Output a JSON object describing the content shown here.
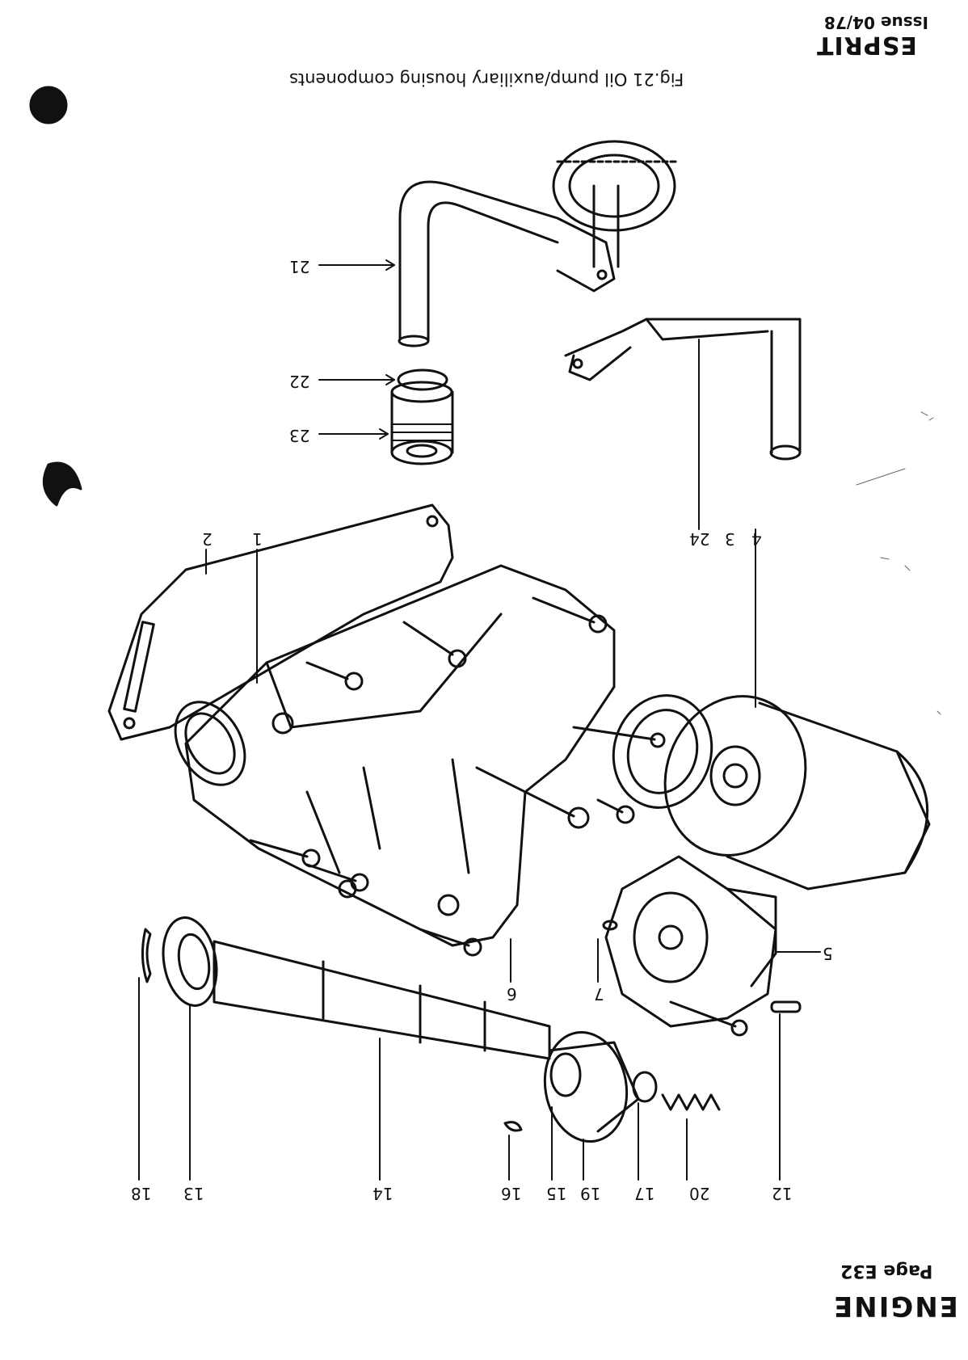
{
  "header": {
    "model": "ESPRIT",
    "issue": "Issue 04/78"
  },
  "figure": {
    "caption": "Fig.21   Oil pump/auxiliary housing components"
  },
  "footer": {
    "section": "ENGINE",
    "page": "Page E32"
  },
  "callouts": {
    "c21": "21",
    "c22": "22",
    "c23": "23",
    "c24": "24",
    "c3": "3",
    "c4": "4",
    "c2": "2",
    "c1": "1",
    "c5": "5",
    "c6": "6",
    "c7": "7",
    "c12": "12",
    "c13": "13",
    "c14": "14",
    "c15": "15",
    "c16": "16",
    "c17": "17",
    "c18": "18",
    "c19": "19",
    "c20": "20"
  }
}
